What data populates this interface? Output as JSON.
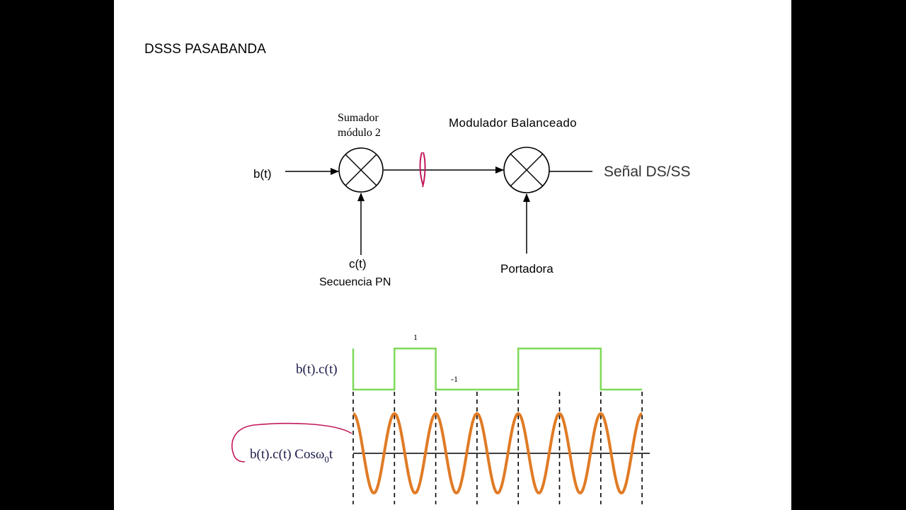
{
  "slide": {
    "title": "DSSS PASABANDA"
  },
  "block_diagram": {
    "adder": {
      "label_line1": "Sumador",
      "label_line2": "módulo 2"
    },
    "modulator": {
      "label": "Modulador Balanceado"
    },
    "input_bt": "b(t)",
    "pn_input": {
      "label": "c(t)",
      "caption": "Secuencia PN"
    },
    "carrier_input": "Portadora",
    "output": "Señal DS/SS"
  },
  "waveforms": {
    "top_label": "b(t).c(t)",
    "level_high": "1",
    "level_low": "-1",
    "bottom_label_prefix": "b(t).c(t) Cosω",
    "bottom_label_sub": "0",
    "bottom_label_suffix": "t",
    "chips": [
      -1,
      1,
      -1,
      -1,
      1,
      1,
      -1
    ],
    "cycles": 7,
    "colors": {
      "square_wave": "#7ed957",
      "carrier_wave": "#e07b25",
      "annotation": "#c2185b",
      "line": "#000000"
    }
  }
}
